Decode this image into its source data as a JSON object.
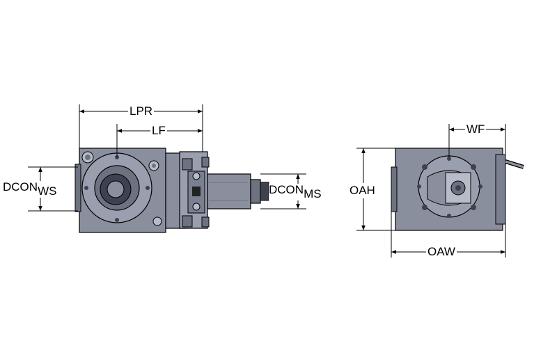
{
  "labels": {
    "lpr": "LPR",
    "lf": "LF",
    "dcon_ws_main": "DCON",
    "dcon_ws_sub": "WS",
    "dcon_ms_main": "DCON",
    "dcon_ms_sub": "MS",
    "oah": "OAH",
    "wf": "WF",
    "oaw": "OAW"
  },
  "colors": {
    "body": "#8a8f9e",
    "body_dark": "#6d7282",
    "body_light": "#b8bcc8",
    "line": "#000000"
  }
}
